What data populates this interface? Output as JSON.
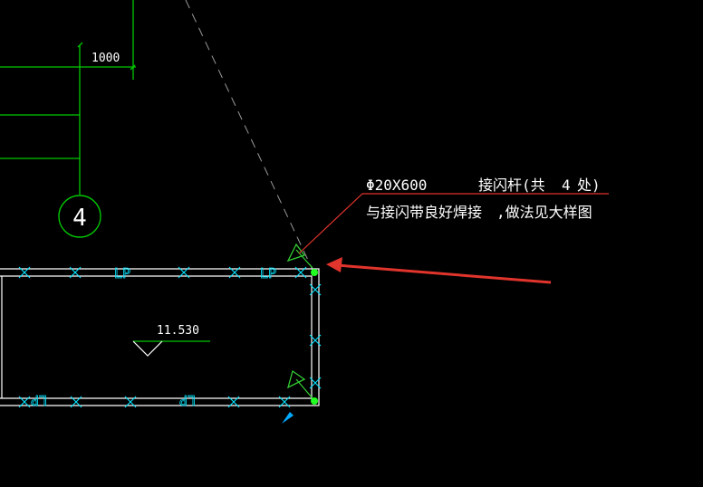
{
  "colors": {
    "background": "#000000",
    "grid": "#00c800",
    "outline": "#ffffff",
    "conductor": "#00e5ff",
    "leader": "#e0342c",
    "arrow": "#e0342c",
    "dash": "#9a9a9a",
    "text": "#ffffff",
    "cone": "#33cc33",
    "node": "#22ff22",
    "marker": "#00aaff"
  },
  "dimension": {
    "value": "1000"
  },
  "axis_bubble": {
    "label": "4"
  },
  "elevation": {
    "value": "11.530"
  },
  "conductor_tag": "LP",
  "annotation": {
    "line1_spec": "Φ20X600",
    "line1_desc": "接闪杆(共",
    "line1_count": "4",
    "line1_end": "处)",
    "line2_a": "与接闪带良好焊接",
    "line2_b": ",做法见大样图"
  },
  "icons": {
    "cone": "air-terminal-icon",
    "node": "connection-node-icon",
    "arrow": "red-arrow-icon"
  }
}
